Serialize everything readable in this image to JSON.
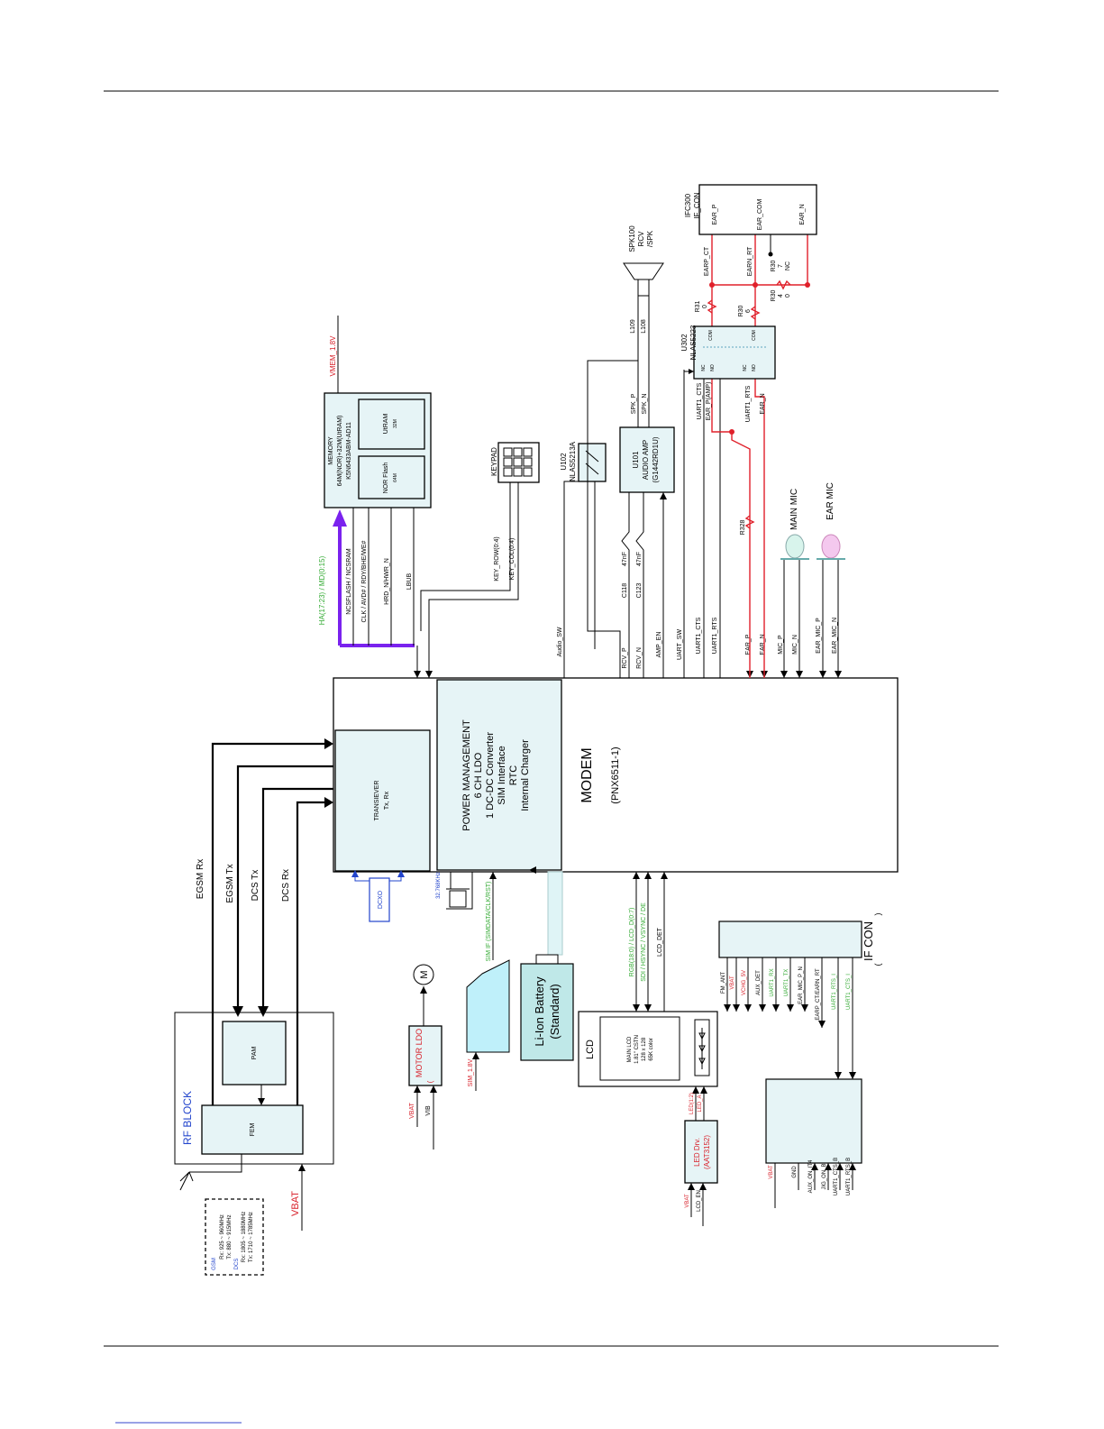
{
  "diagram": {
    "modem": {
      "title": "MODEM",
      "part": "(PNX6511-1)"
    },
    "power_management": {
      "lines": [
        "POWER MANAGEMENT",
        "6 CH LDO",
        "1 DC-DC Converter",
        "SIM Interface",
        "RTC",
        "Internal Charger"
      ]
    },
    "transceiver": {
      "title": "TRANSIEVER",
      "sub": "Tx, Rx"
    },
    "memory": {
      "title": "MEMORY",
      "desc": "64M(NOR)+32M(UtRAM)",
      "part": "K5N6433ABM-AD11",
      "nor": "NOR Flash",
      "nor_size": "64M",
      "utram": "UtRAM",
      "utram_size": "32M"
    },
    "vmem": "VMEM_1.8V",
    "mem_bus": "HA(17:23) / MD(0:15)",
    "mem_signals": [
      "NCSFLASH / NCSRAM",
      "CLK / AVD# / RDY/BHE/WE#",
      "HRD_N/HWR_N",
      "LBUB"
    ],
    "keypad": {
      "title": "KEYPAD",
      "rows": "KEY_ROW(0:4)",
      "cols": "KEY_COL(0:4)"
    },
    "u102": {
      "ref": "U102",
      "part": "NLAS5213A",
      "sw": "Audio_SW"
    },
    "u101": {
      "ref": "U101",
      "name": "AUDIO AMP",
      "part": "(G1442RD1U)"
    },
    "spk": {
      "ref": "SPK100",
      "lines": [
        "RCV",
        "/SPK"
      ]
    },
    "l109": {
      "ref": "L109",
      "ref2": "L108"
    },
    "spk_signals": [
      "SPK_P",
      "SPK_N"
    ],
    "caps": [
      {
        "ref": "C118",
        "val": "47nF"
      },
      {
        "ref": "C123",
        "val": "47nF"
      }
    ],
    "modem_signals": [
      "RCV_P",
      "RCV_N",
      "AMP_EN",
      "UART_SW",
      "UART1_CTS",
      "UART1_RTS",
      "EAR_P",
      "EAR_N",
      "MIC_P",
      "MIC_N",
      "EAR_MIC_P",
      "EAR_MIC_N"
    ],
    "u302": {
      "ref": "U302",
      "part": "NLAS5223"
    },
    "u302_pins": [
      "COM",
      "COM",
      "NC",
      "NO",
      "NC",
      "NO"
    ],
    "u302_signals": [
      "UART1_CTS",
      "EAR_P(AMP)",
      "UART1_RTS",
      "EAR_N"
    ],
    "ifc300": {
      "ref": "IFC300",
      "name": "IF_CON",
      "pins": [
        "EAR_P",
        "EAR_COM",
        "EAR_N"
      ]
    },
    "earp_ct": "EARP_CT",
    "earn_rt": "EARN_RT",
    "resistors": [
      {
        "ref": "R31",
        "val": "0"
      },
      {
        "ref": "R30",
        "val": "6"
      },
      {
        "ref": "R30",
        "val": "7"
      },
      {
        "ref": "NC",
        "val": ""
      },
      {
        "ref": "R30",
        "val": "4"
      },
      {
        "ref": "0",
        "val": ""
      },
      {
        "ref": "R328",
        "val": ""
      }
    ],
    "main_mic": "MAIN MIC",
    "ear_mic": "EAR MIC",
    "rf": {
      "block": "RF BLOCK",
      "pam": "PAM",
      "fem": "FEM",
      "lines": [
        "EGSM Rx",
        "EGSM Tx",
        "DCS Tx",
        "DCS Rx"
      ]
    },
    "freq": {
      "gsm_hdr": "GSM",
      "gsm_rx": "Rx: 925 ~ 960MHz",
      "gsm_tx": "Tx: 880 ~ 915MHz",
      "dcs_hdr": "DCS",
      "dcs_rx": "Rx: 1805 ~ 1880MHz",
      "dcs_tx": "Tx: 1710 ~ 1785MHz"
    },
    "vbat": "VBAT",
    "dcxo": "DCXO",
    "xtal": "32.768KHz",
    "sim_bus": "SIM IF (SIMDATA/CLK/RST)",
    "sim_volt": "SIM_1.8V",
    "battery": [
      "Li-Ion Battery",
      "(Standard)"
    ],
    "motor": {
      "block": "MOTOR LDO",
      "paren": "(",
      "sym": "M",
      "vbat": "VBAT",
      "vib": "VIB"
    },
    "lcd": {
      "block": "LCD",
      "main": "MAIN LCD",
      "spec1": "1.81\" CSTN",
      "spec2": "128 x 128",
      "spec3": "65K color",
      "bus1": "RGB(18:0) / LCD_D(0:7)",
      "bus2": "SDI / HSYNC / VSYNC / DE",
      "det": "LCD_DET",
      "ctrl1": "LED(1:2)",
      "ctrl2": "LED_A"
    },
    "led": {
      "name": "LED Drv.",
      "part": "(AAT3152)",
      "vbat": "VBAT",
      "en": "LCD_EN"
    },
    "ifcon": {
      "name": "IF CON",
      "paren_open": "(",
      "paren_close": ")"
    },
    "ifcon_signals": [
      "FM_ANT",
      "VBAT",
      "VCHG_5V",
      "AUX_DET",
      "UART1_RX",
      "UART1_TX",
      "EAR_MIC_P_N",
      "EARP_CT/EARN_RT",
      "UART1_RTS_I",
      "UART1_CTS_I"
    ],
    "ifcon_low_signals": [
      "VBAT",
      "GND",
      "AUX_ON_IT4",
      "JIG_ON_B",
      "UART1_CTS_B",
      "UART1_RTS_B"
    ]
  }
}
